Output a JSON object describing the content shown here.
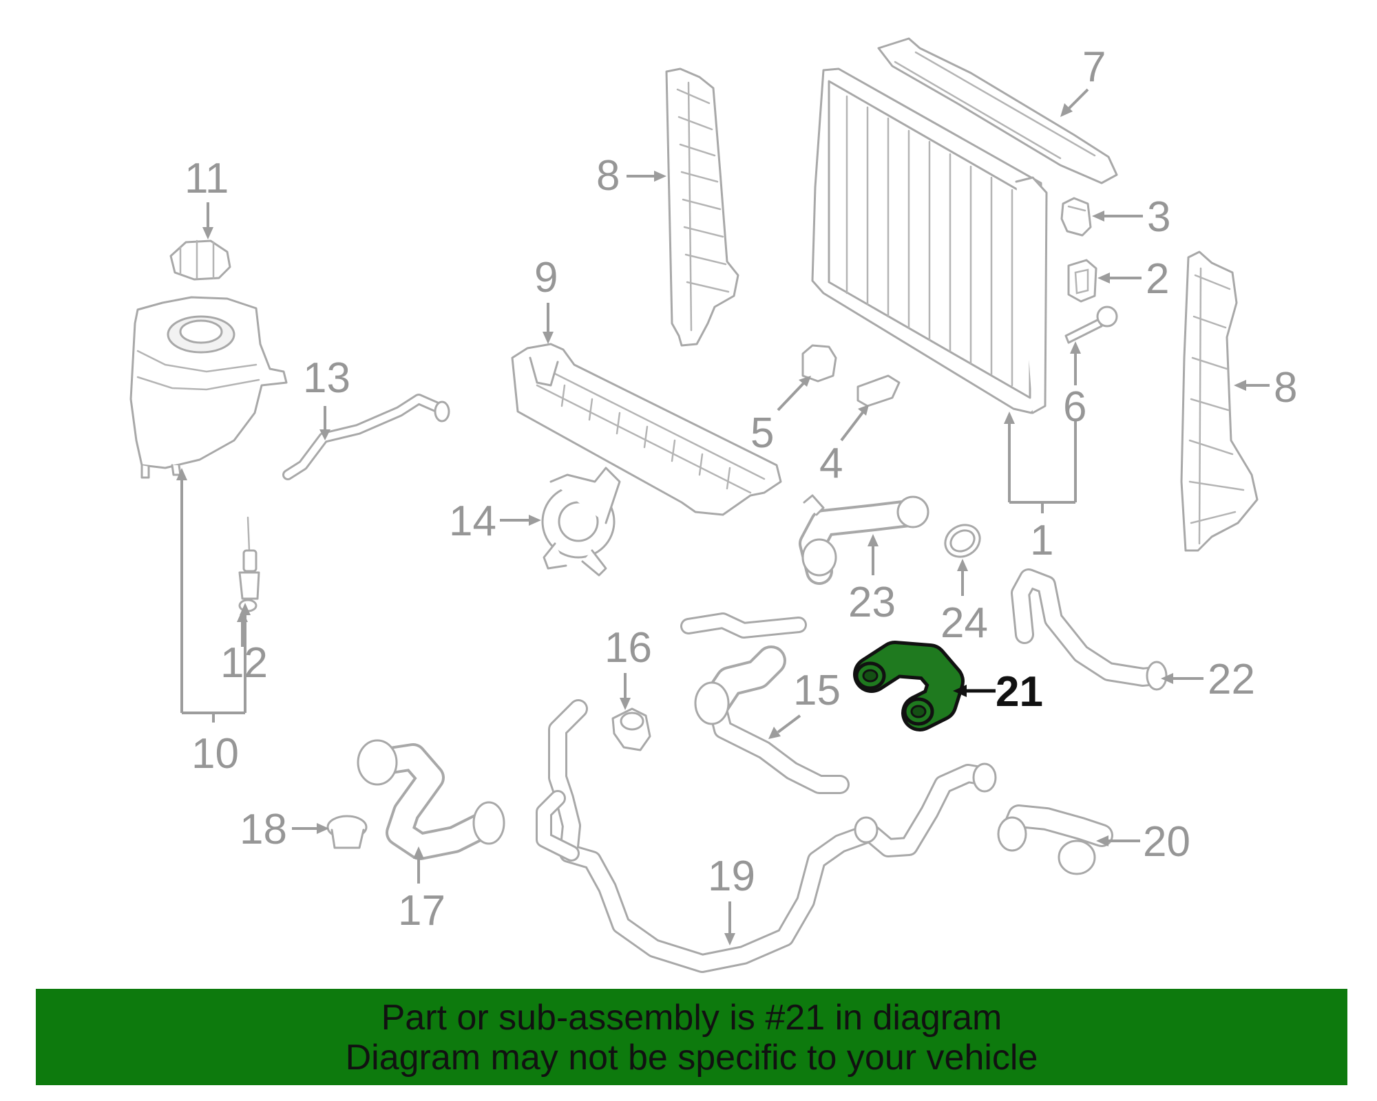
{
  "diagram": {
    "callouts": {
      "c1": "1",
      "c2": "2",
      "c3": "3",
      "c4": "4",
      "c5": "5",
      "c6": "6",
      "c7": "7",
      "c8a": "8",
      "c8b": "8",
      "c9": "9",
      "c10": "10",
      "c11": "11",
      "c12": "12",
      "c13": "13",
      "c14": "14",
      "c15": "15",
      "c16": "16",
      "c17": "17",
      "c18": "18",
      "c19": "19",
      "c20": "20",
      "c21": "21",
      "c22": "22",
      "c23": "23",
      "c24": "24"
    },
    "highlighted_part": "21",
    "highlight_color": "#1f7a1f",
    "line_color": "#a8a8a8"
  },
  "banner": {
    "line1": "Part or sub-assembly is #21 in diagram",
    "line2": "Diagram may not be specific to your vehicle",
    "background": "#0d7a0d"
  }
}
